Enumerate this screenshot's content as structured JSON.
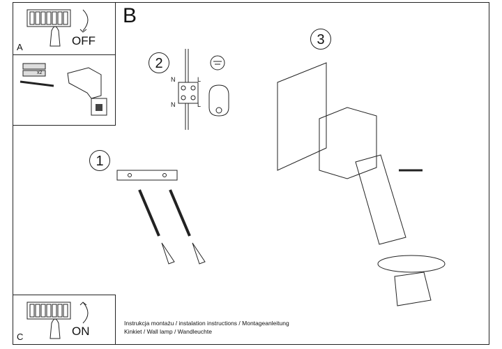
{
  "panels": {
    "a": {
      "letter": "A",
      "label": "OFF"
    },
    "b": {
      "letter": "B"
    },
    "c": {
      "letter": "C",
      "label": "ON"
    }
  },
  "steps": {
    "s1": "1",
    "s2": "2",
    "s3": "3"
  },
  "drill_panel": {
    "count": "x2"
  },
  "wiring": {
    "n_top": "N",
    "l_top": "L",
    "n_bottom": "N",
    "l_bottom": "L"
  },
  "caption": {
    "line1": "Instrukcja montażu / instalation instructions / Montageanleitung",
    "line2": "Kinkiet / Wall lamp / Wandleuchte"
  }
}
